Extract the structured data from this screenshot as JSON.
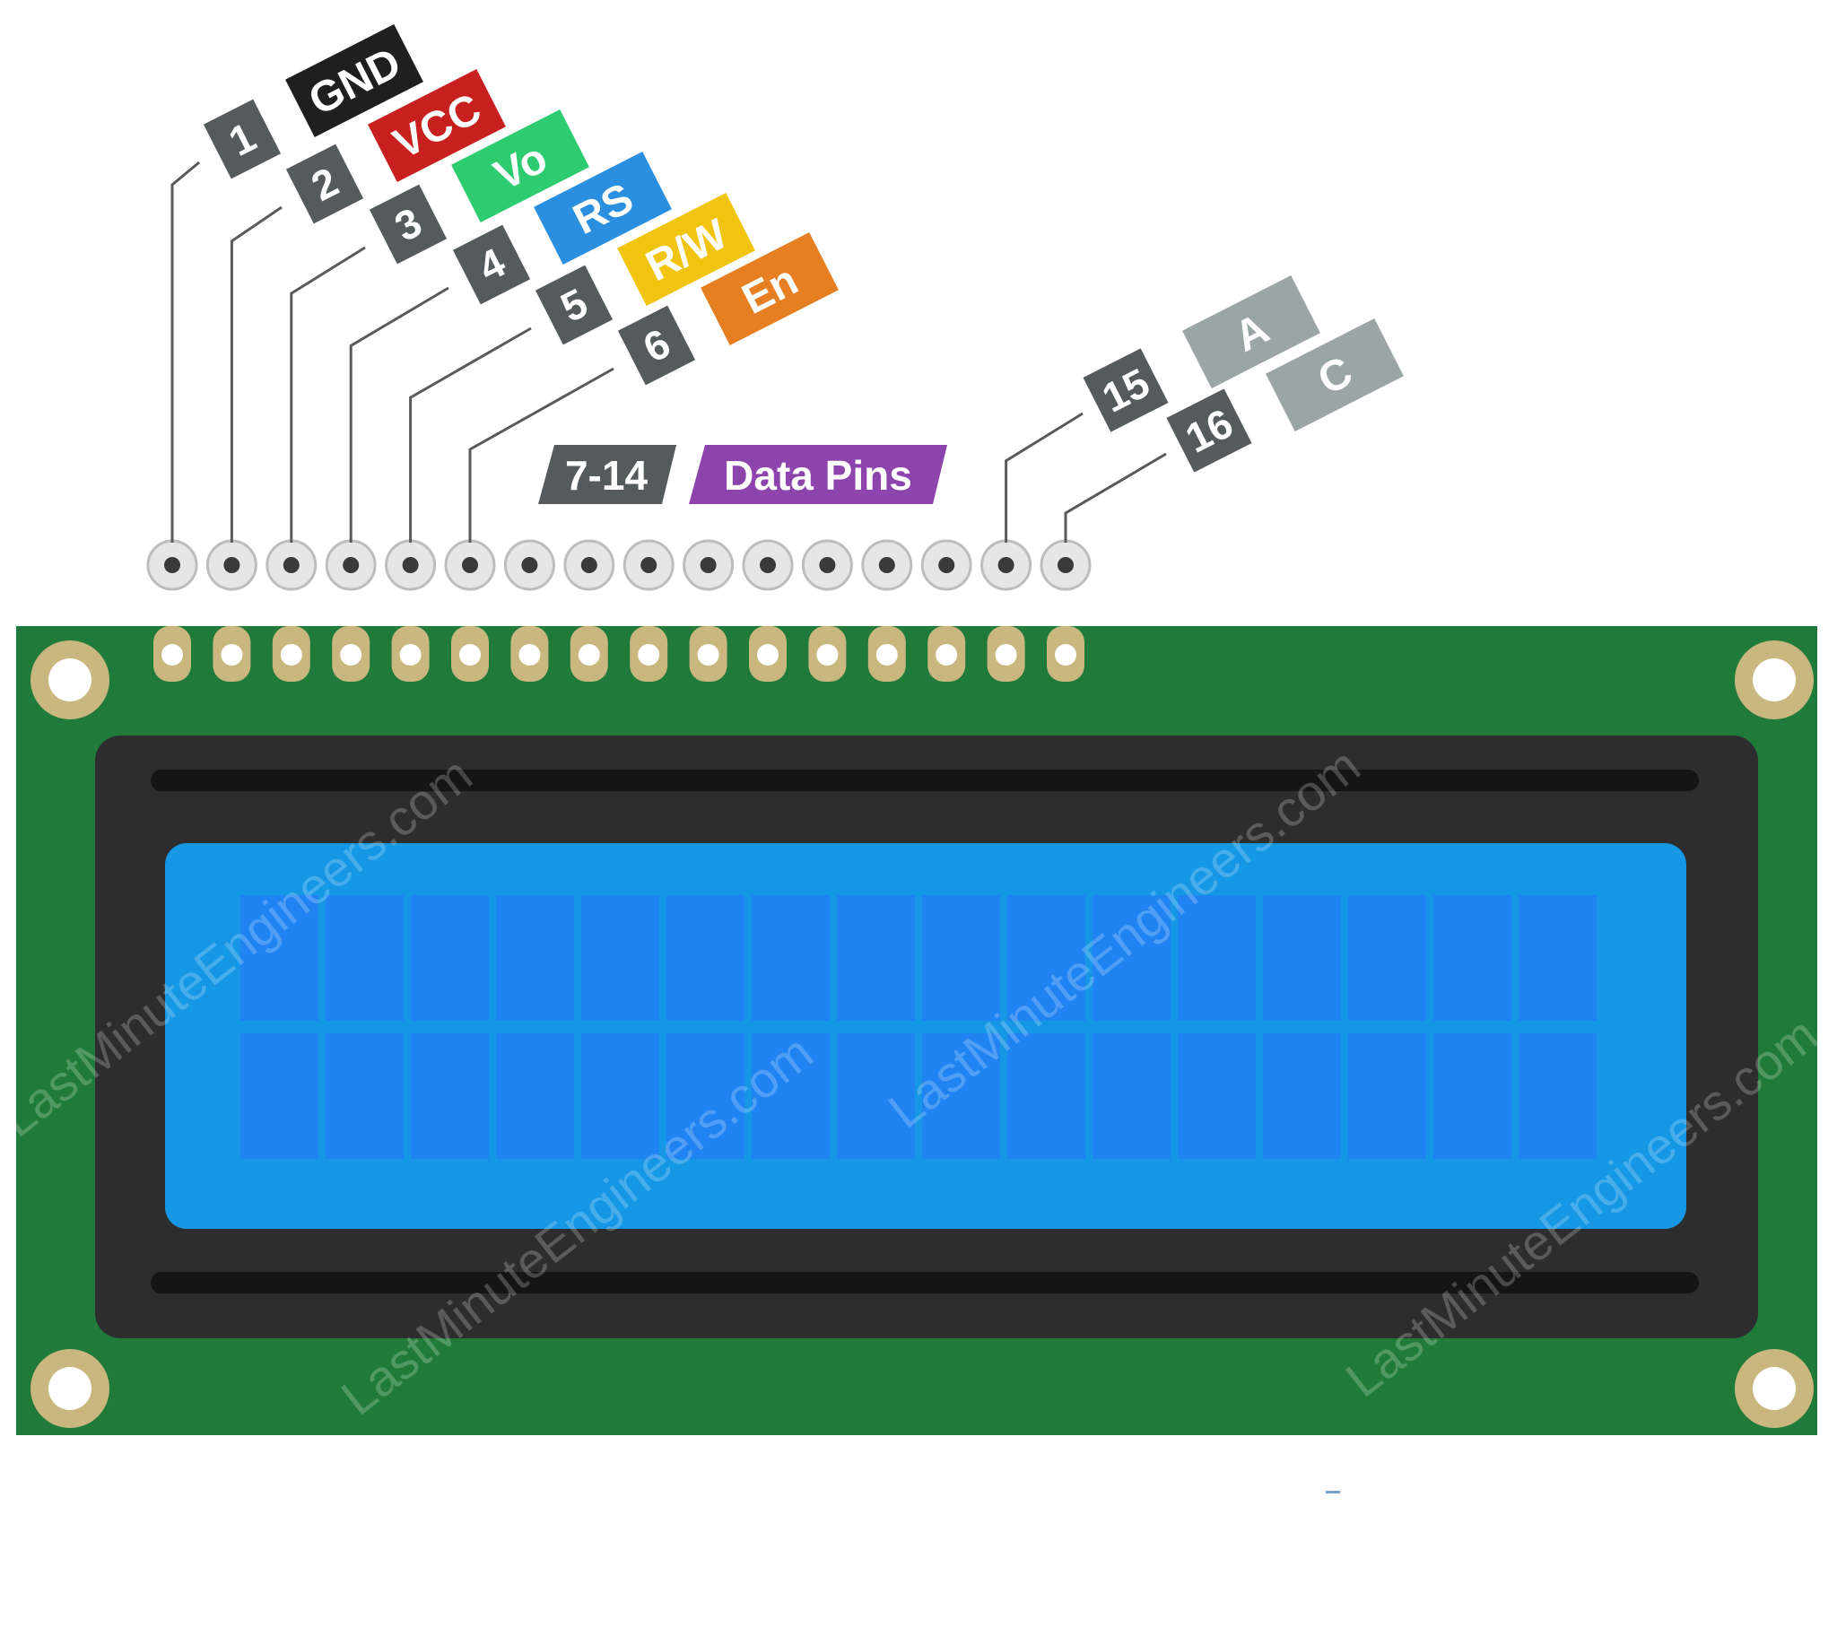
{
  "pins": [
    {
      "number": "1",
      "label": "GND",
      "color": "#1f1f1f"
    },
    {
      "number": "2",
      "label": "VCC",
      "color": "#c8201f"
    },
    {
      "number": "3",
      "label": "Vo",
      "color": "#2ecc71"
    },
    {
      "number": "4",
      "label": "RS",
      "color": "#2b8fe0"
    },
    {
      "number": "5",
      "label": "R/W",
      "color": "#f1c40f"
    },
    {
      "number": "6",
      "label": "En",
      "color": "#e67e22"
    },
    {
      "number": "15",
      "label": "A",
      "color": "#9aa5a6"
    },
    {
      "number": "16",
      "label": "C",
      "color": "#9aa5a6"
    }
  ],
  "data_pins": {
    "range": "7-14",
    "label": "Data Pins",
    "color": "#8e44ad"
  },
  "number_tag_color": "#555a5c",
  "board": {
    "pcb_color": "#207b3a",
    "bezel_color": "#2d2d2d",
    "screen_color": "#1597e5",
    "cell_color": "#1f84f2",
    "rows": 2,
    "columns": 16,
    "header_pin_count": 16
  },
  "watermark": "LastMinuteEngineers.com"
}
